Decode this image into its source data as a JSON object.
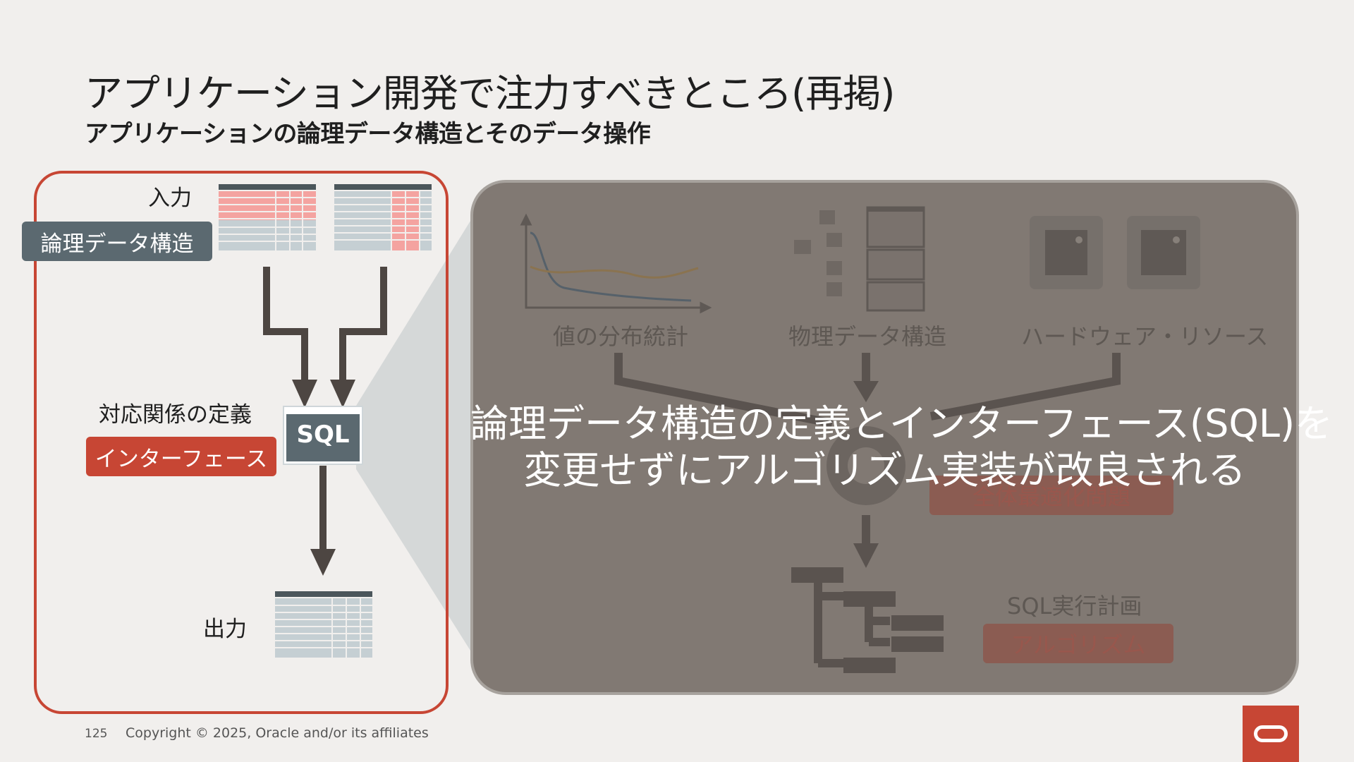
{
  "slide": {
    "title": "アプリケーション開発で注力すべきところ(再掲)",
    "subtitle": "アプリケーションの論理データ構造とそのデータ操作"
  },
  "left_panel": {
    "input_label": "入力",
    "logical_tag": "論理データ構造",
    "mapping_label": "対応関係の定義",
    "sql_label": "SQL",
    "interface_tag": "インターフェース",
    "output_label": "出力"
  },
  "right_panel": {
    "value_dist": "値の分布統計",
    "physical": "物理データ構造",
    "hw": "ハードウェア・リソース",
    "optimize_tag": "全体最適化問題",
    "sql_plan": "SQL実行計画",
    "algorithm_tag": "アルゴリズム",
    "message_line1": "論理データ構造の定義とインターフェース(SQL)を",
    "message_line2": "変更せずにアルゴリズム実装が改良される"
  },
  "footer": {
    "page_number": "125",
    "copyright": "Copyright © 2025, Oracle and/or its affiliates"
  },
  "colors": {
    "accent": "#c74634",
    "slate": "#5b6970",
    "panel_gray": "#817973",
    "background": "#f1efed"
  }
}
